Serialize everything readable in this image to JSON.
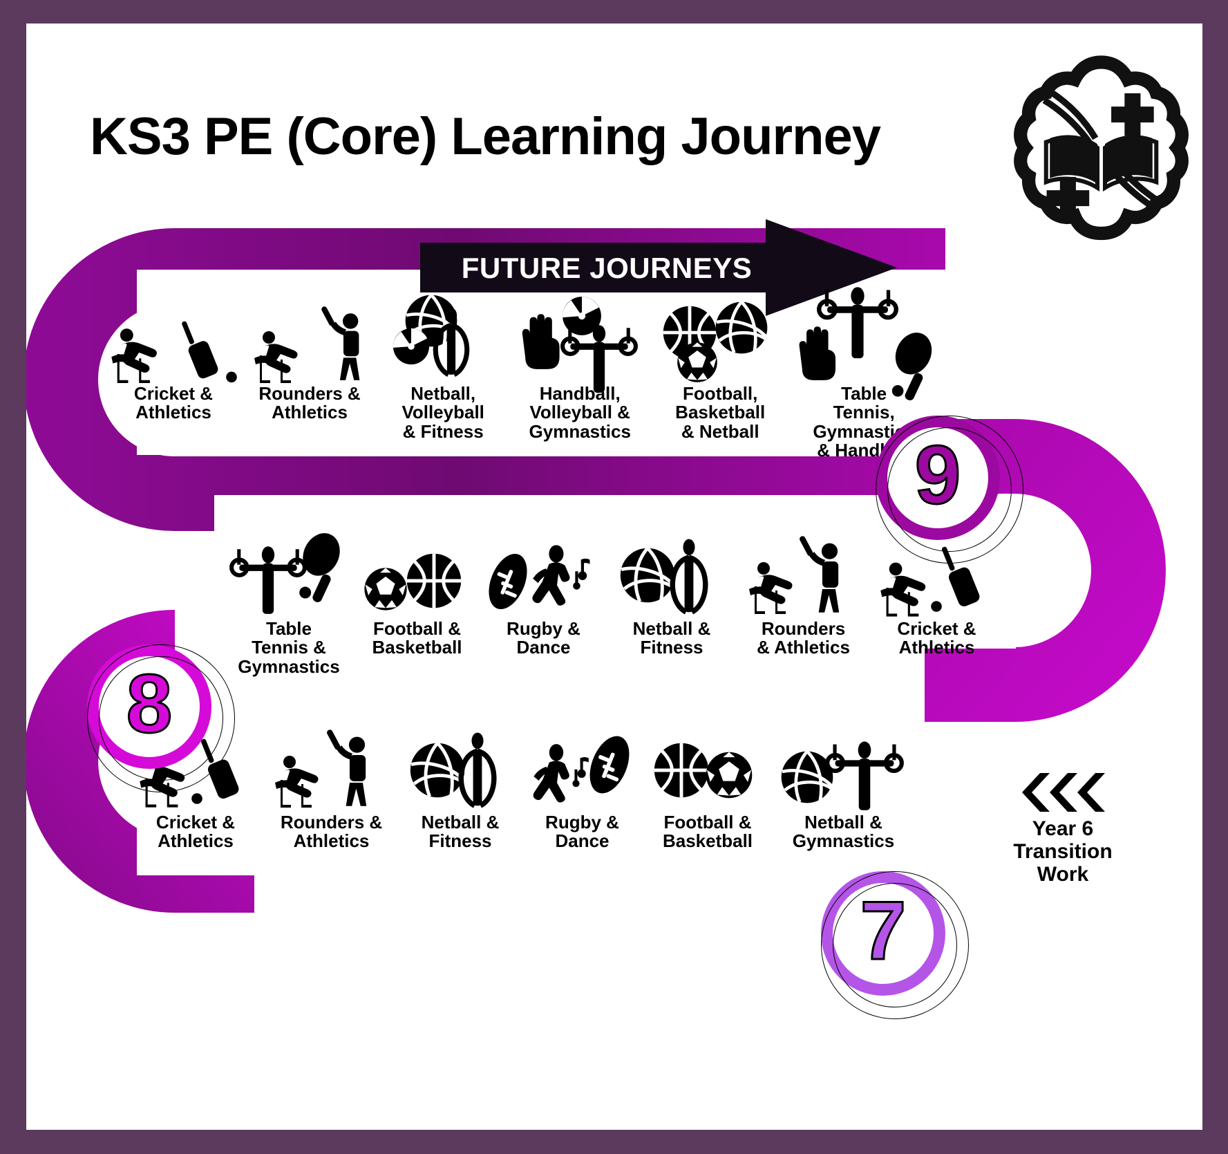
{
  "title": "KS3 PE (Core) Learning Journey",
  "logo": {
    "name": "school-crest-book-logo"
  },
  "future": {
    "label": "FUTURE JOURNEYS"
  },
  "colors": {
    "border": "#5b3a5e",
    "page": "#ffffff",
    "year9": "#9c09a0",
    "year8": "#d60ad8",
    "year7": "#b455e8",
    "arrow": "#0a0510"
  },
  "years": [
    {
      "number": "9",
      "accent": "#9c09a0",
      "units": [
        {
          "label": "Cricket &\nAthletics",
          "icons": [
            "hurdler-icon",
            "cricket-bat-icon",
            "cricket-ball-icon"
          ]
        },
        {
          "label": "Rounders &\nAthletics",
          "icons": [
            "hurdler-icon",
            "rounders-batter-icon"
          ]
        },
        {
          "label": "Netball,\nVolleyball\n& Fitness",
          "icons": [
            "volleyball-icon",
            "netball-icon",
            "skipping-rope-icon"
          ]
        },
        {
          "label": "Handball,\nVolleyball &\nGymnastics",
          "icons": [
            "handball-hand-icon",
            "beach-ball-icon",
            "gymnast-rings-icon"
          ]
        },
        {
          "label": "Football,\nBasketball\n& Netball",
          "icons": [
            "basketball-icon",
            "volleyball-icon",
            "football-icon"
          ]
        },
        {
          "label": "Table\nTennis,\nGymnastics\n& Handball",
          "icons": [
            "gymnast-rings-icon",
            "handball-hand-icon",
            "table-tennis-bat-icon"
          ]
        }
      ]
    },
    {
      "number": "8",
      "accent": "#d60ad8",
      "units": [
        {
          "label": "Table\nTennis &\nGymnastics",
          "icons": [
            "gymnast-rings-icon",
            "table-tennis-bat-icon"
          ]
        },
        {
          "label": "Football &\nBasketball",
          "icons": [
            "football-icon",
            "basketball-icon"
          ]
        },
        {
          "label": "Rugby &\nDance",
          "icons": [
            "rugby-ball-icon",
            "dancer-icon"
          ]
        },
        {
          "label": "Netball &\nFitness",
          "icons": [
            "volleyball-icon",
            "skipping-rope-icon"
          ]
        },
        {
          "label": "Rounders\n& Athletics",
          "icons": [
            "hurdler-icon",
            "rounders-batter-icon"
          ]
        },
        {
          "label": "Cricket &\nAthletics",
          "icons": [
            "hurdler-icon",
            "cricket-bat-icon",
            "cricket-ball-icon"
          ]
        }
      ]
    },
    {
      "number": "7",
      "accent": "#b455e8",
      "units": [
        {
          "label": "Cricket &\nAthletics",
          "icons": [
            "hurdler-icon",
            "cricket-bat-icon",
            "cricket-ball-icon"
          ]
        },
        {
          "label": "Rounders &\nAthletics",
          "icons": [
            "hurdler-icon",
            "rounders-batter-icon"
          ]
        },
        {
          "label": "Netball &\nFitness",
          "icons": [
            "volleyball-icon",
            "skipping-rope-icon"
          ]
        },
        {
          "label": "Rugby &\nDance",
          "icons": [
            "dancer-icon",
            "rugby-ball-icon"
          ]
        },
        {
          "label": "Football &\nBasketball",
          "icons": [
            "basketball-icon",
            "football-icon"
          ]
        },
        {
          "label": "Netball &\nGymnastics",
          "icons": [
            "volleyball-icon",
            "gymnast-rings-icon"
          ]
        }
      ]
    }
  ],
  "year6": {
    "label": "Year 6\nTransition\nWork",
    "chevrons": "triple-chevron-left-icon"
  }
}
